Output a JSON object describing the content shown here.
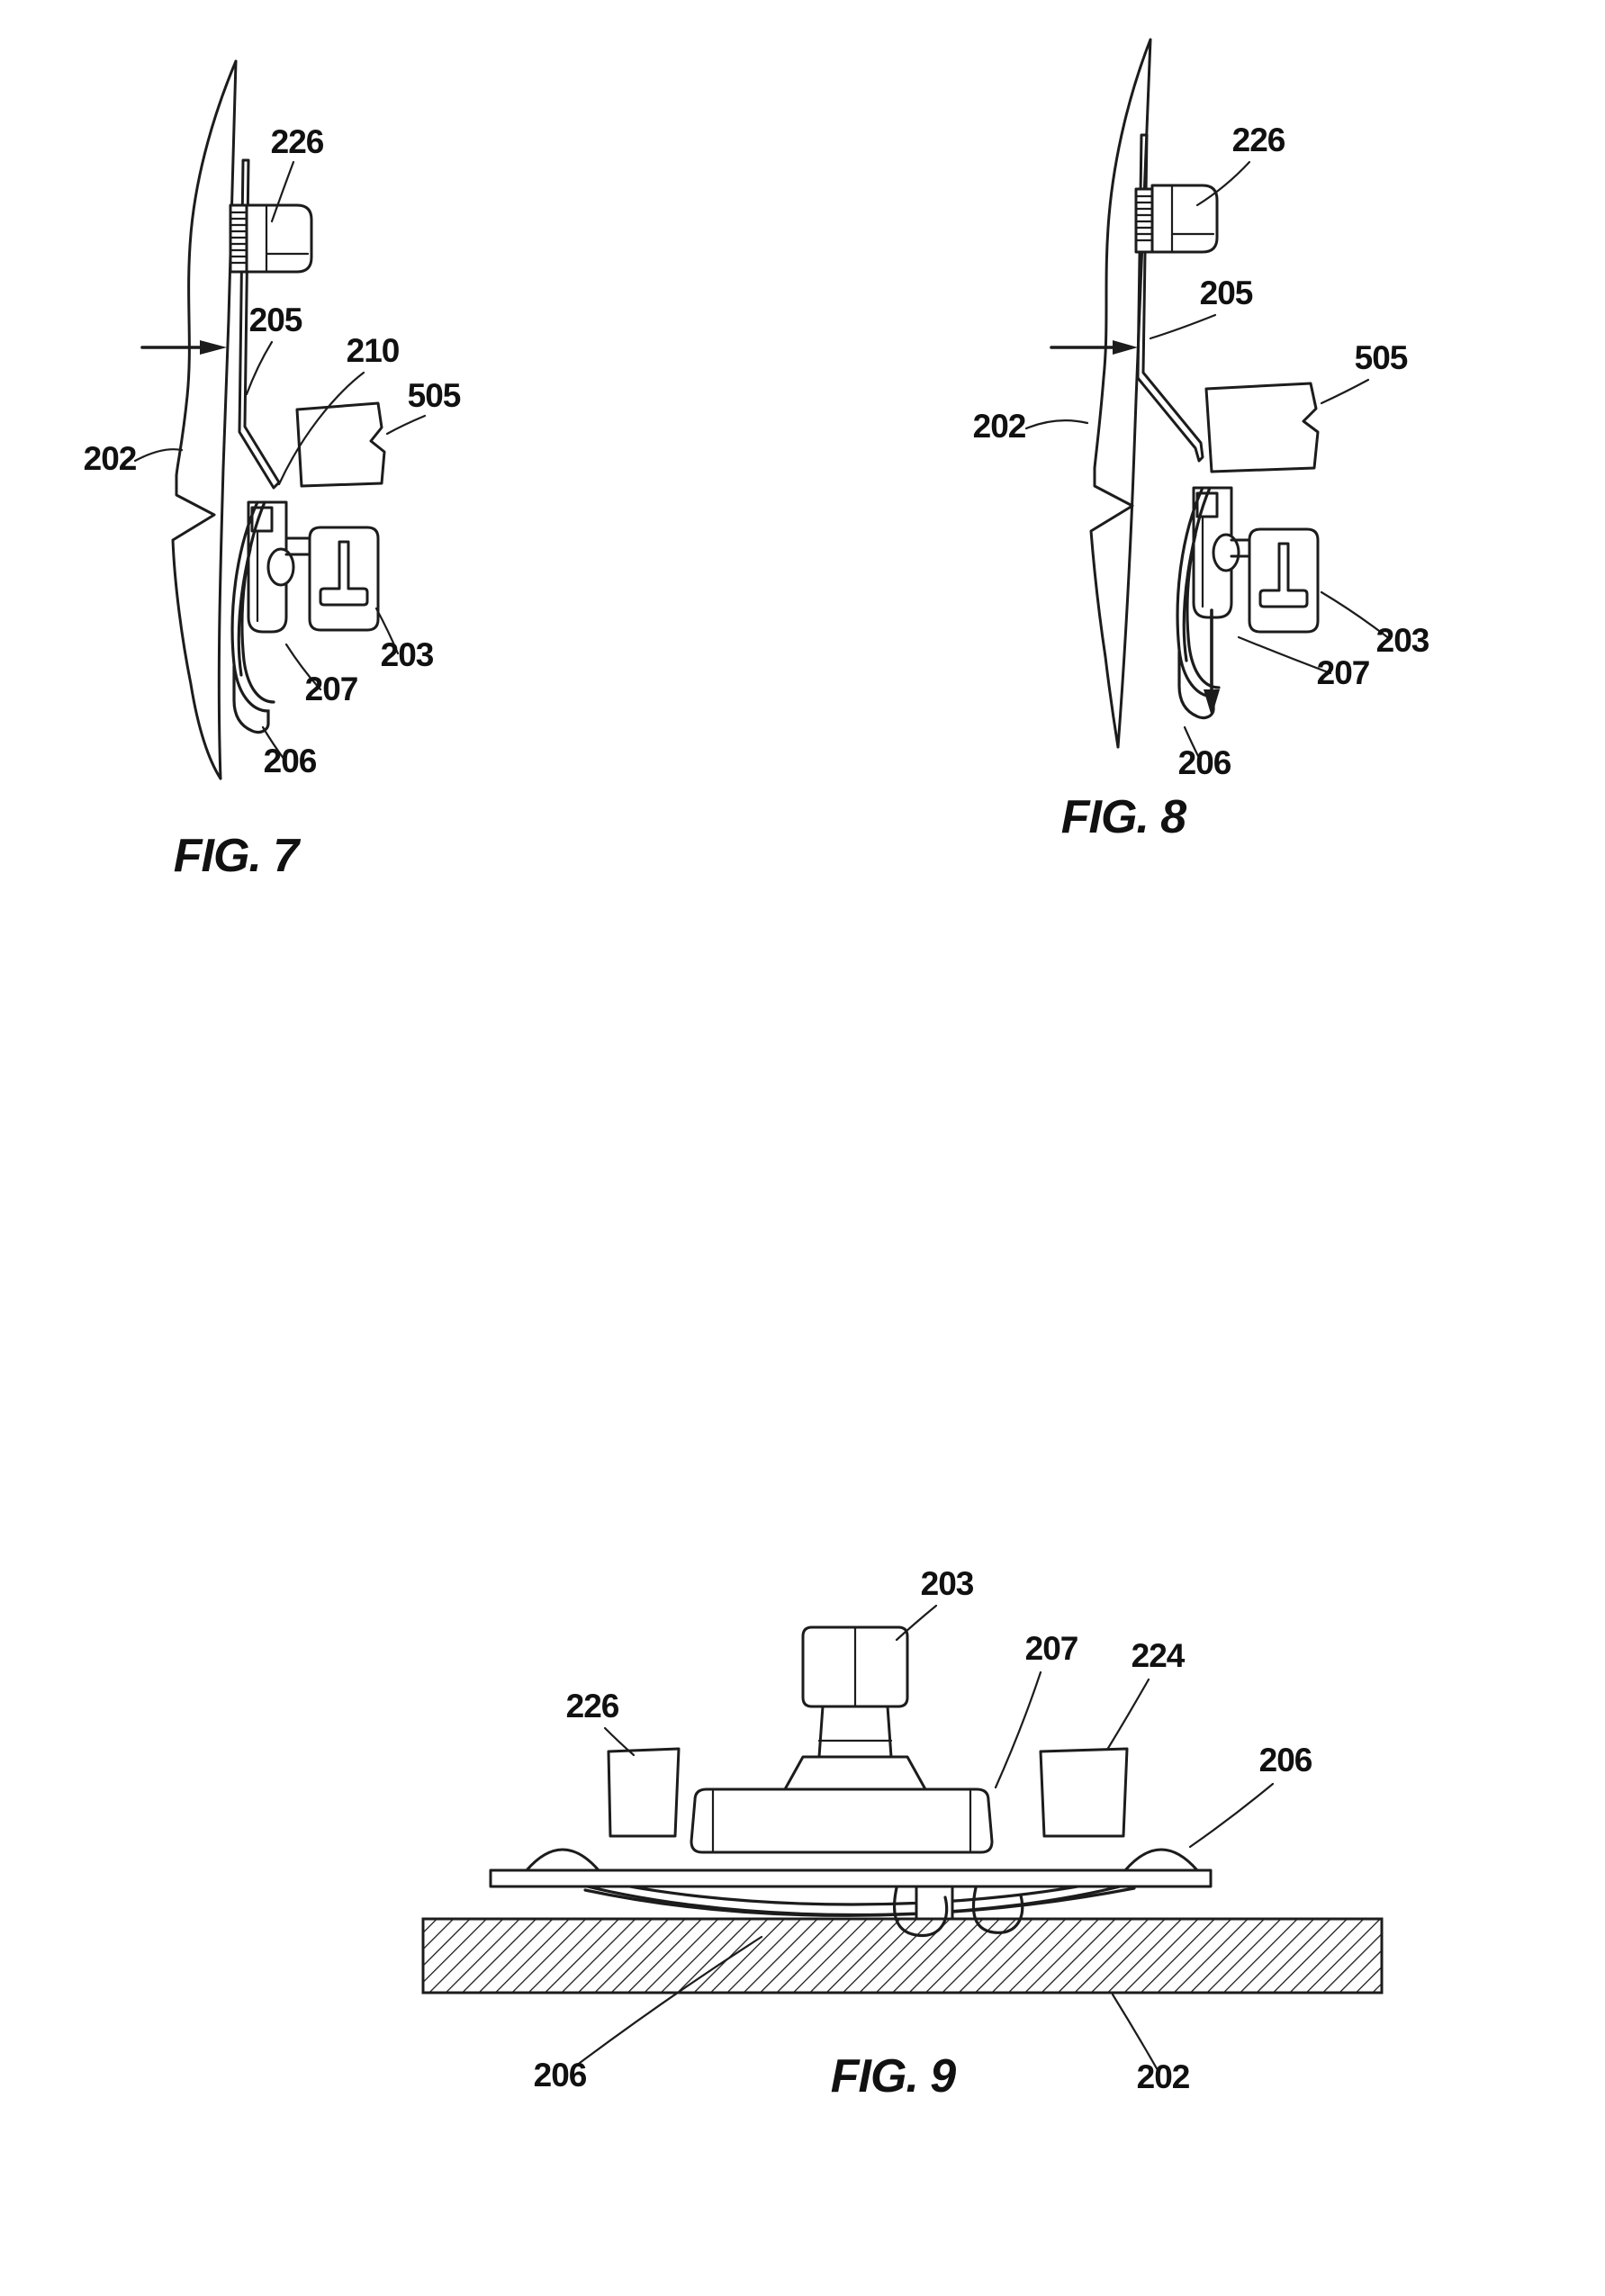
{
  "page": {
    "ink": "#1c1c1c",
    "paper": "#ffffff"
  },
  "fig7": {
    "caption": "FIG. 7",
    "labels": {
      "n226": "226",
      "n205": "205",
      "n210": "210",
      "n505": "505",
      "n202": "202",
      "n203": "203",
      "n207": "207",
      "n206": "206"
    }
  },
  "fig8": {
    "caption": "FIG. 8",
    "labels": {
      "n226": "226",
      "n205": "205",
      "n505": "505",
      "n202": "202",
      "n203": "203",
      "n207": "207",
      "n206": "206"
    }
  },
  "fig9": {
    "caption": "FIG. 9",
    "labels": {
      "n203": "203",
      "n207": "207",
      "n224": "224",
      "n226": "226",
      "n206_right": "206",
      "n206_left": "206",
      "n202": "202"
    }
  }
}
